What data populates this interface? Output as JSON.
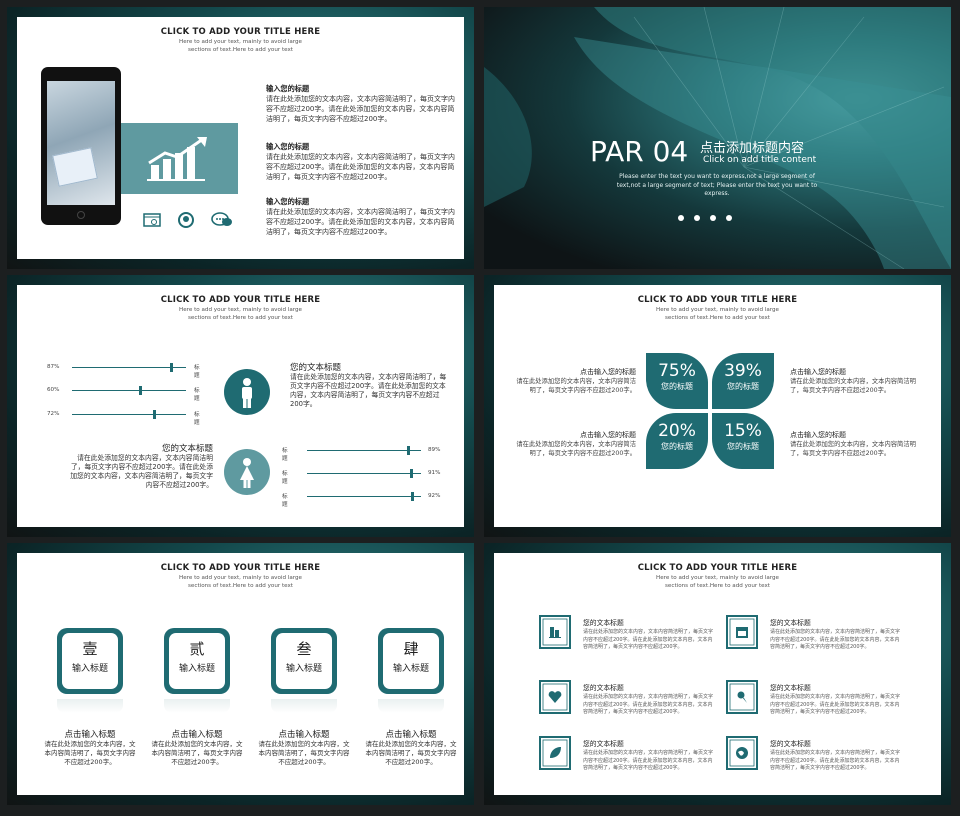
{
  "header": {
    "title": "CLICK TO ADD YOUR TITLE HERE",
    "sub1": "Here to add your text, mainly to avoid large",
    "sub2": "sections of text.Here to add your text"
  },
  "slide1": {
    "items": [
      {
        "title": "输入您的标题",
        "body": "请在此处添加您的文本内容，文本内容简洁明了，每页文字内容不应超过200字。请在此处添加您的文本内容，文本内容简洁明了，每页文字内容不应超过200字。"
      },
      {
        "title": "输入您的标题",
        "body": "请在此处添加您的文本内容，文本内容简洁明了，每页文字内容不应超过200字。请在此处添加您的文本内容，文本内容简洁明了，每页文字内容不应超过200字。"
      },
      {
        "title": "输入您的标题",
        "body": "请在此处添加您的文本内容，文本内容简洁明了，每页文字内容不应超过200字。请在此处添加您的文本内容，文本内容简洁明了，每页文字内容不应超过200字。"
      }
    ],
    "icons": [
      "chart-up-icon",
      "browser-icon",
      "target-icon",
      "chat-icon"
    ]
  },
  "slide2": {
    "part": "PAR 04",
    "cn_title": "点击添加标题内容",
    "en_title": "Click on add title content",
    "desc": "Please enter the text you want to express,not a large segment of text,not a large segment of text; Please enter the text you want to express."
  },
  "slide3": {
    "bars_left": [
      {
        "pct": "87%",
        "value": 0.87,
        "label": "标题"
      },
      {
        "pct": "60%",
        "value": 0.6,
        "label": "标题"
      },
      {
        "pct": "72%",
        "value": 0.72,
        "label": "标题"
      }
    ],
    "bars_right": [
      {
        "pct": "89%",
        "value": 0.89,
        "label": "标题"
      },
      {
        "pct": "91%",
        "value": 0.91,
        "label": "标题"
      },
      {
        "pct": "92%",
        "value": 0.92,
        "label": "标题"
      }
    ],
    "block1": {
      "title": "您的文本标题",
      "body": "请在此处添加您的文本内容，文本内容简洁明了，每页文字内容不应超过200字。请在此处添加您的文本内容，文本内容简洁明了，每页文字内容不应超过200字。"
    },
    "block2": {
      "title": "您的文本标题",
      "body": "请在此处添加您的文本内容，文本内容简洁明了，每页文字内容不应超过200字。请在此处添加您的文本内容，文本内容简洁明了，每页文字内容不应超过200字。"
    }
  },
  "slide4": {
    "quads": [
      {
        "pct": "75%",
        "label": "您的标题"
      },
      {
        "pct": "39%",
        "label": "您的标题"
      },
      {
        "pct": "20%",
        "label": "您的标题"
      },
      {
        "pct": "15%",
        "label": "您的标题"
      }
    ],
    "texts": [
      {
        "title": "点击输入您的标题",
        "body": "请在此处添加您的文本内容，文本内容简洁明了，每页文字内容不应超过200字。"
      },
      {
        "title": "点击输入您的标题",
        "body": "请在此处添加您的文本内容，文本内容简洁明了，每页文字内容不应超过200字。"
      },
      {
        "title": "点击输入您的标题",
        "body": "请在此处添加您的文本内容，文本内容简洁明了，每页文字内容不应超过200字。"
      },
      {
        "title": "点击输入您的标题",
        "body": "请在此处添加您的文本内容，文本内容简洁明了，每页文字内容不应超过200字。"
      }
    ]
  },
  "slide5": {
    "cards": [
      {
        "num": "壹",
        "label": "输入标题",
        "title": "点击输入标题",
        "body": "请在此处添加您的文本内容，文本内容简洁明了，每页文字内容不应超过200字。"
      },
      {
        "num": "贰",
        "label": "输入标题",
        "title": "点击输入标题",
        "body": "请在此处添加您的文本内容，文本内容简洁明了，每页文字内容不应超过200字。"
      },
      {
        "num": "叁",
        "label": "输入标题",
        "title": "点击输入标题",
        "body": "请在此处添加您的文本内容，文本内容简洁明了，每页文字内容不应超过200字。"
      },
      {
        "num": "肆",
        "label": "输入标题",
        "title": "点击输入标题",
        "body": "请在此处添加您的文本内容，文本内容简洁明了，每页文字内容不应超过200字。"
      }
    ]
  },
  "slide6": {
    "items": [
      {
        "title": "您的文本标题",
        "body": "请在此处添加您的文本内容，文本内容简洁明了，每页文字内容不应超过200字。请在此处添加您的文本内容，文本内容简洁明了，每页文字内容不应超过200字。",
        "icon": "chart-icon"
      },
      {
        "title": "您的文本标题",
        "body": "请在此处添加您的文本内容，文本内容简洁明了，每页文字内容不应超过200字。请在此处添加您的文本内容，文本内容简洁明了，每页文字内容不应超过200字。",
        "icon": "calendar-icon"
      },
      {
        "title": "您的文本标题",
        "body": "请在此处添加您的文本内容，文本内容简洁明了，每页文字内容不应超过200字。请在此处添加您的文本内容，文本内容简洁明了，每页文字内容不应超过200字。",
        "icon": "heart-icon"
      },
      {
        "title": "您的文本标题",
        "body": "请在此处添加您的文本内容，文本内容简洁明了，每页文字内容不应超过200字。请在此处添加您的文本内容，文本内容简洁明了，每页文字内容不应超过200字。",
        "icon": "pin-icon"
      },
      {
        "title": "您的文本标题",
        "body": "请在此处添加您的文本内容，文本内容简洁明了，每页文字内容不应超过200字。请在此处添加您的文本内容，文本内容简洁明了，每页文字内容不应超过200字。",
        "icon": "leaf-icon"
      },
      {
        "title": "您的文本标题",
        "body": "请在此处添加您的文本内容，文本内容简洁明了，每页文字内容不应超过200字。请在此处添加您的文本内容，文本内容简洁明了，每页文字内容不应超过200字。",
        "icon": "globe-icon"
      }
    ]
  },
  "colors": {
    "accent": "#1f6b72",
    "dark": "#1c1f20"
  }
}
